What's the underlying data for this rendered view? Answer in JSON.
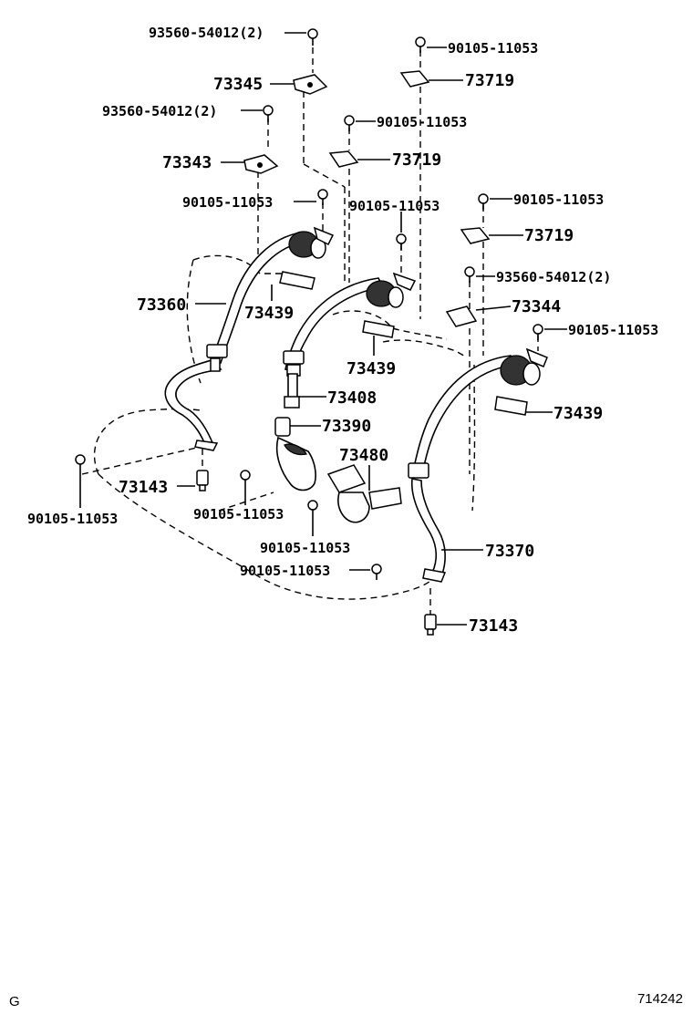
{
  "labels": {
    "l1": "93560-54012(2)",
    "l2": "73345",
    "l3": "93560-54012(2)",
    "l4": "73343",
    "l5": "90105-11053",
    "l6": "73719",
    "l7": "90105-11053",
    "l8": "73719",
    "l9": "90105-11053",
    "l10": "90105-11053",
    "l11": "73719",
    "l12": "93560-54012(2)",
    "l13": "73344",
    "l14": "90105-11053",
    "l15": "73360",
    "l16": "73439",
    "l17": "73439",
    "l18": "73439",
    "l19": "73408",
    "l20": "73390",
    "l21": "73480",
    "l22": "73143",
    "l23": "90105-11053",
    "l24": "90105-11053",
    "l25": "90105-11053",
    "l26": "73370",
    "l27": "90105-11053",
    "l28": "73143"
  },
  "footer": {
    "left": "G",
    "right": "714242"
  }
}
